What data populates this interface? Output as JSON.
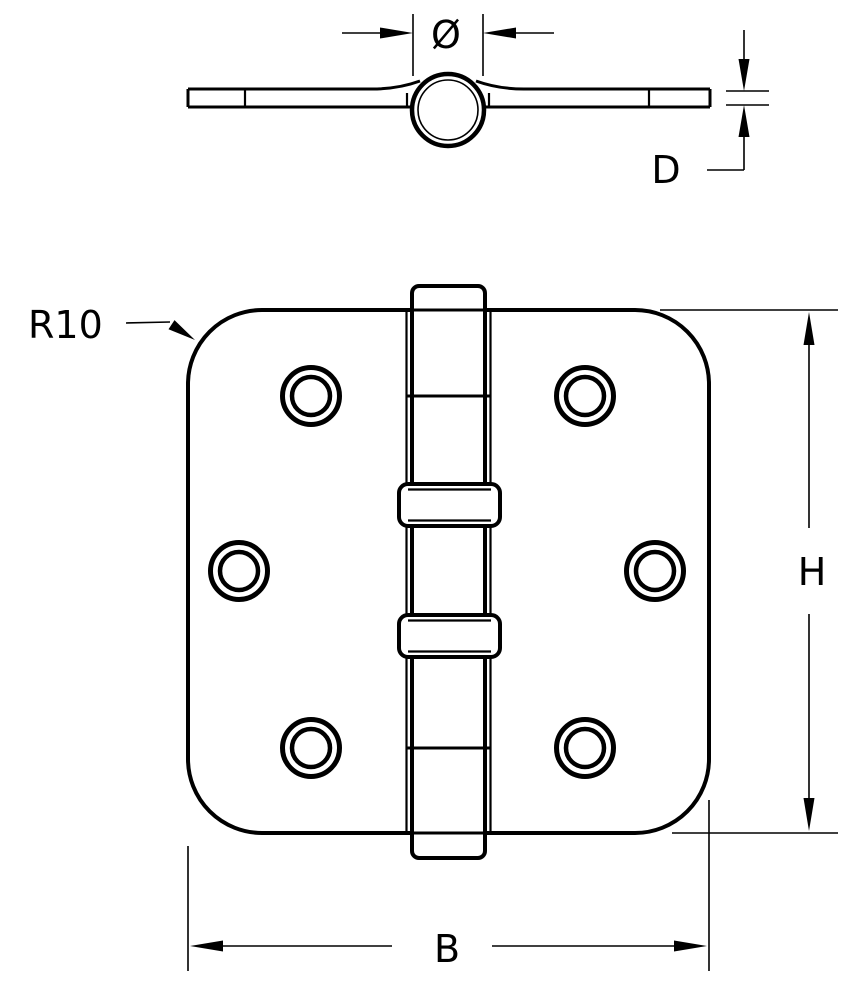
{
  "drawing": {
    "type": "technical-drawing",
    "subject": "door-hinge",
    "colors": {
      "line": "#000000",
      "background": "#ffffff"
    },
    "labels": {
      "pin_diameter": "Ø",
      "leaf_thickness": "D",
      "corner_radius": "R10",
      "height": "H",
      "width": "B"
    }
  }
}
